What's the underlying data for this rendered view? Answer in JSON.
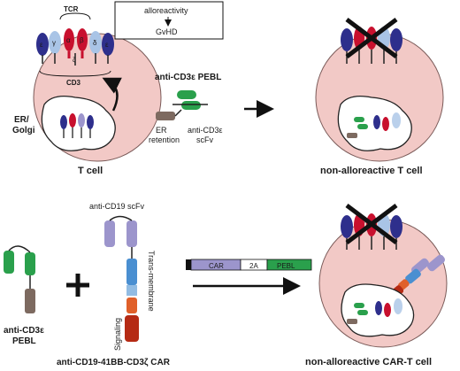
{
  "colors": {
    "cell": "#f2c9c6",
    "tcr_red": "#c8102e",
    "cd3_blue": "#2e2f8c",
    "cd3_light": "#a9c4e6",
    "purple": "#9c95cc",
    "green": "#2aa04c",
    "brown": "#7d6a60",
    "car_blue": "#4a8fd1",
    "car_orange": "#e0602a",
    "car_red": "#b52a14"
  },
  "icons": [
    "cross-mark-icon",
    "plus-icon",
    "arrow-icon"
  ],
  "labels": {
    "tcr": "TCR",
    "cd3": "CD3",
    "er_golgi_1": "ER/",
    "er_golgi_2": "Golgi",
    "t_cell": "T cell",
    "alloreactivity": "alloreactivity",
    "gvhd": "GvHD",
    "anti_cd3e_pebl_title": "anti-CD3ε PEBL",
    "er_retention_1": "ER",
    "er_retention_2": "retention",
    "scfv_1": "anti-CD3ε",
    "scfv_2": "scFv",
    "non_allo_t": "non-alloreactive T cell",
    "anti_cd19_scfv": "anti-CD19 scFv",
    "transmembrane": "Trans-membrane",
    "signaling": "Signaling",
    "anti_cd3e_pebl_bottom_1": "anti-CD3ε",
    "anti_cd3e_pebl_bottom_2": "PEBL",
    "car_title": "anti-CD19-41BB-CD3ζ CAR",
    "construct_car": "CAR",
    "construct_2a": "2A",
    "construct_pebl": "PEBL",
    "non_allo_car": "non-alloreactive CAR-T cell",
    "chain_e": "ε",
    "chain_a": "α",
    "chain_b": "β",
    "chain_d": "δ",
    "chain_g": "γ",
    "chain_z": "ζ"
  }
}
